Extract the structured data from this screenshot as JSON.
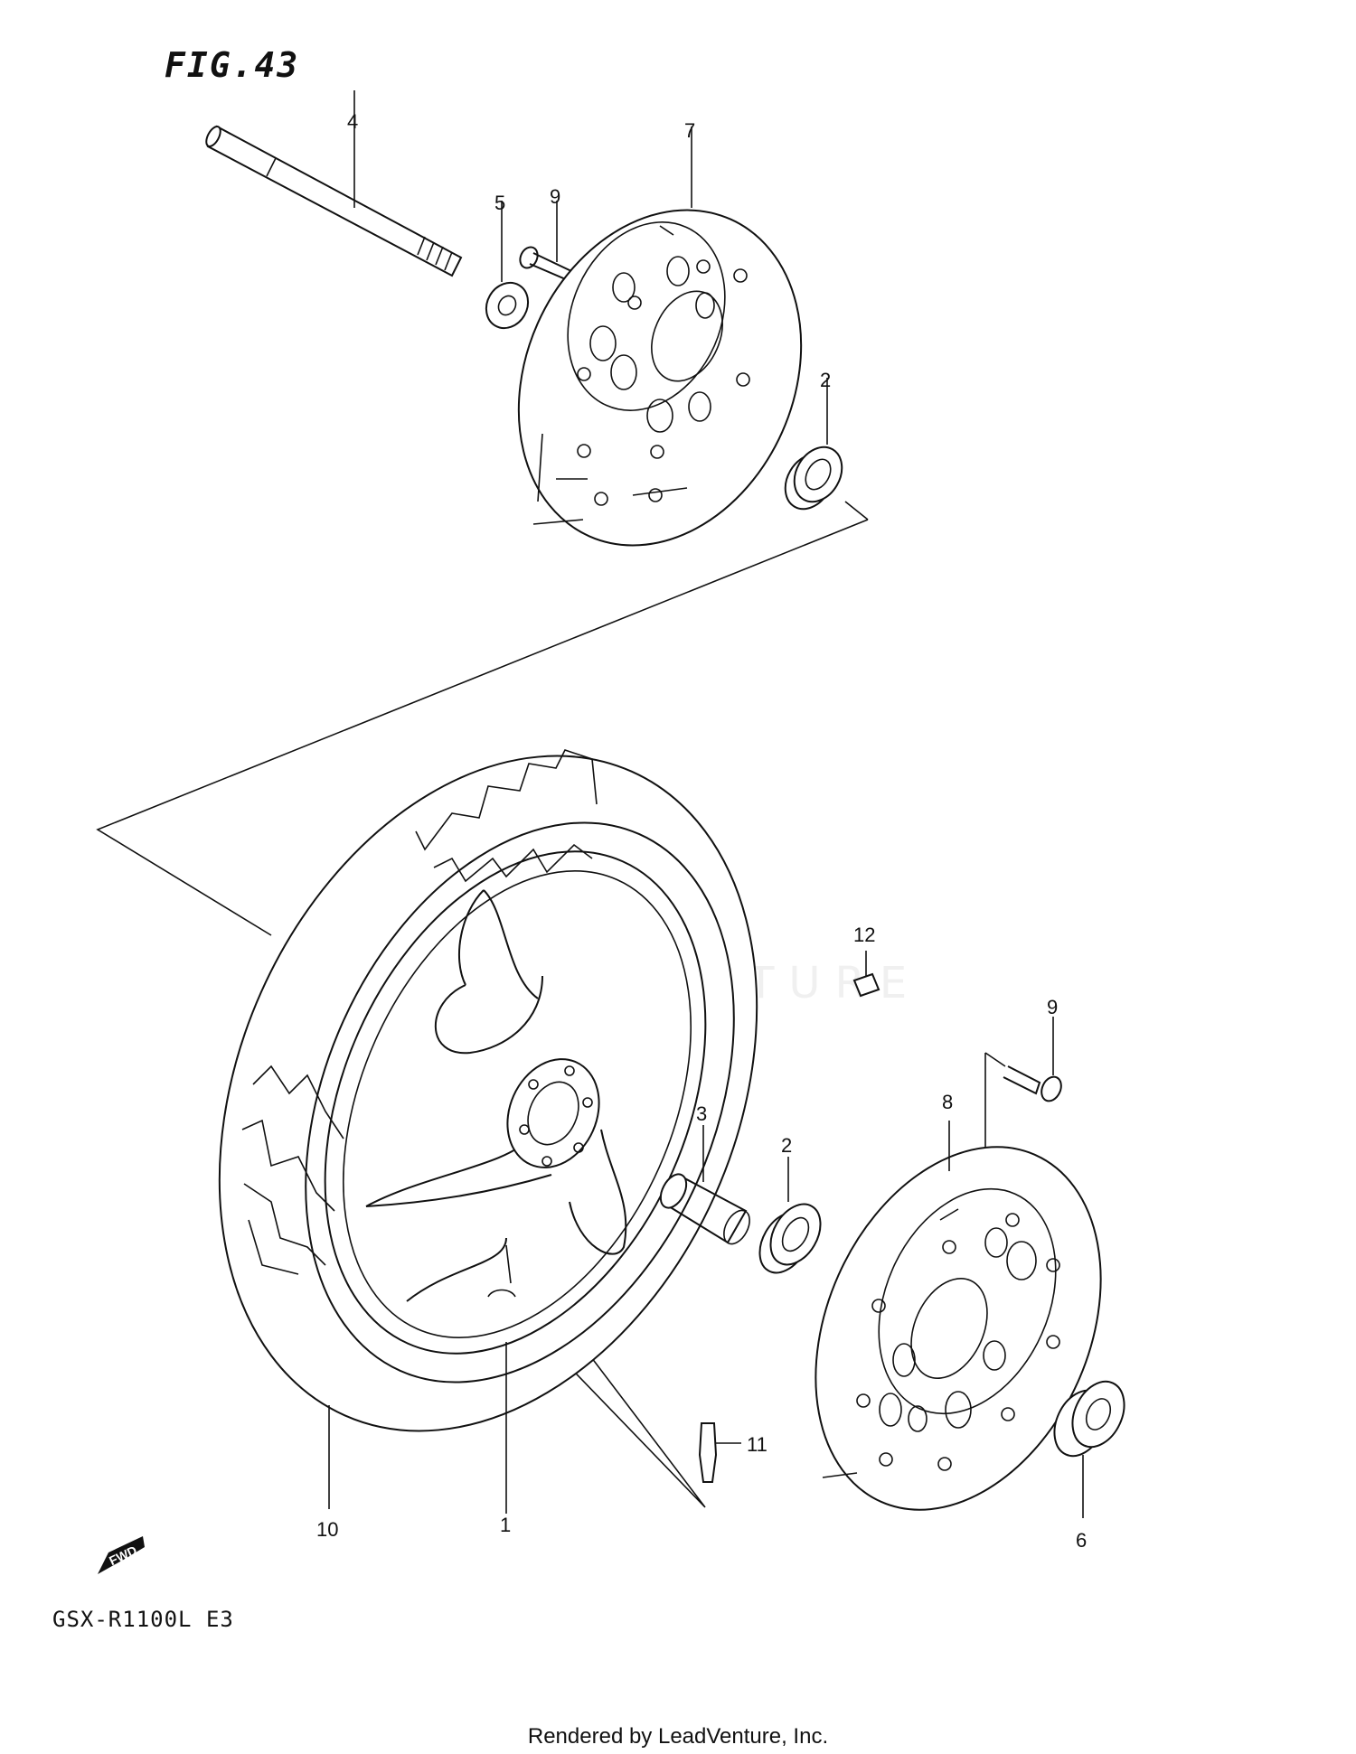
{
  "figure": {
    "label": "FIG.43"
  },
  "model": "GSX-R1100L E3",
  "watermark": "LEADVENTURE",
  "footer": "Rendered by LeadVenture, Inc.",
  "fwd_badge": "FWD",
  "callouts": {
    "c1": "1",
    "c2a": "2",
    "c2b": "2",
    "c3": "3",
    "c4": "4",
    "c5": "5",
    "c6": "6",
    "c7": "7",
    "c8": "8",
    "c9a": "9",
    "c9b": "9",
    "c10": "10",
    "c11": "11",
    "c12": "12"
  }
}
